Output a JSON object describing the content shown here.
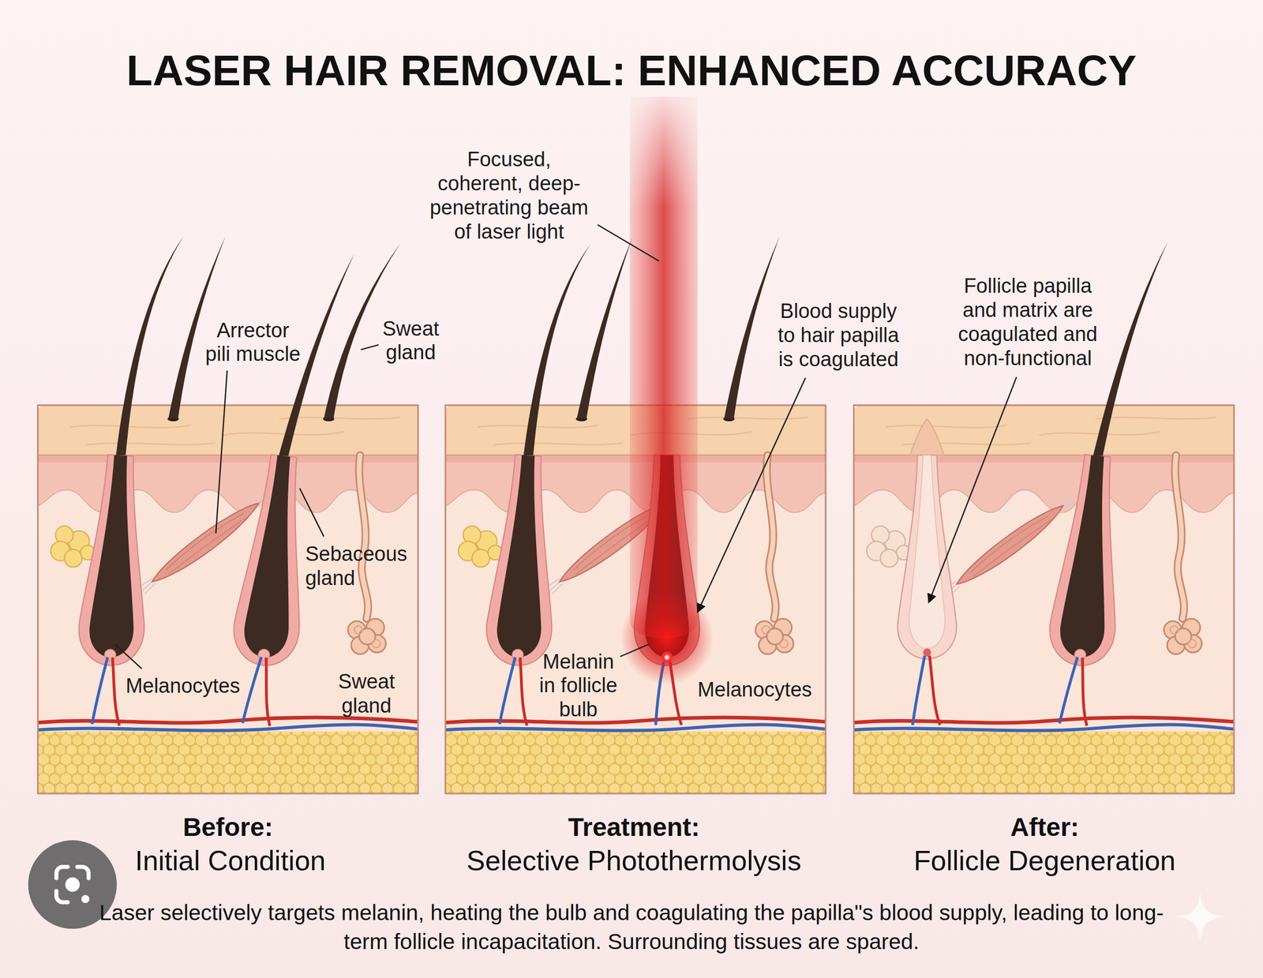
{
  "diagram": {
    "title": "LASER HAIR REMOVAL: ENHANCED ACCURACY",
    "caption": "Laser selectively targets melanin, heating the bulb and coagulating the papilla\"s blood supply, leading to long-term follicle incapacitation. Surrounding tissues are spared.",
    "labels": [
      "Focused, coherent, deep-penetrating beam of laser light",
      "Follicle papilla and matrix are coagulated and non-functional",
      "Blood supply to hair papilla is coagulated",
      "Arrector pili muscle",
      "Sweat gland",
      "Sebaceous gland",
      "Melanocytes",
      "Sweat gland",
      "Melanin in follicle bulb",
      "Melanocytes",
      "Before:",
      "Initial Condition",
      "Treatment:",
      "Selective Photothermolysis",
      "After:",
      "Follicle Degeneration"
    ]
  }
}
